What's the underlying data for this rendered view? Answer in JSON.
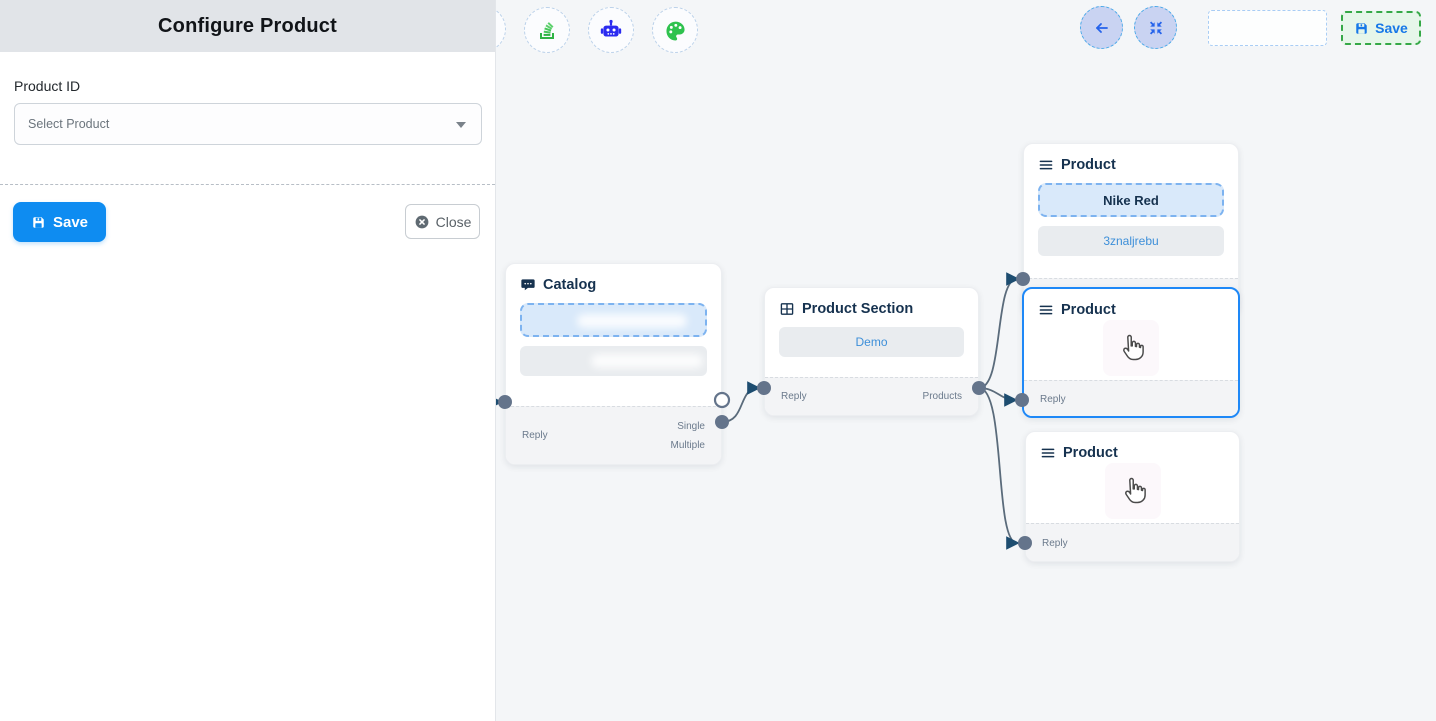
{
  "panel": {
    "title": "Configure Product",
    "product_id_label": "Product ID",
    "select_placeholder": "Select Product",
    "save_label": "Save",
    "close_label": "Close"
  },
  "toolbar": {
    "save_label": "Save",
    "icons": [
      "stack-icon",
      "robot-icon",
      "palette-icon",
      "back-arrow-icon",
      "fit-view-icon"
    ]
  },
  "canvas": {
    "nodes": {
      "catalog": {
        "title": "Catalog",
        "reply_label": "Reply",
        "single_label": "Single",
        "multiple_label": "Multiple"
      },
      "product_section": {
        "title": "Product Section",
        "chip": "Demo",
        "reply_label": "Reply",
        "products_label": "Products"
      },
      "product1": {
        "title": "Product",
        "chip1": "Nike Red",
        "chip2": "3znaljrebu",
        "reply_label": "Reply"
      },
      "product2": {
        "title": "Product",
        "reply_label": "Reply"
      },
      "product3": {
        "title": "Product",
        "reply_label": "Reply"
      }
    }
  },
  "colors": {
    "selected_border": "#1e88f7",
    "panel_save_blue": "#0e8cf1",
    "canvas_save_green_border": "#35a847",
    "canvas_save_text_blue": "#1778e8",
    "edge_stroke": "#5a6b7b",
    "arrowhead": "#1d4d70",
    "node_header_text": "#16324f",
    "handle_gray": "#64748b",
    "panel_header_bg": "#e1e4e8",
    "canvas_bg": "#f4f6f8"
  }
}
